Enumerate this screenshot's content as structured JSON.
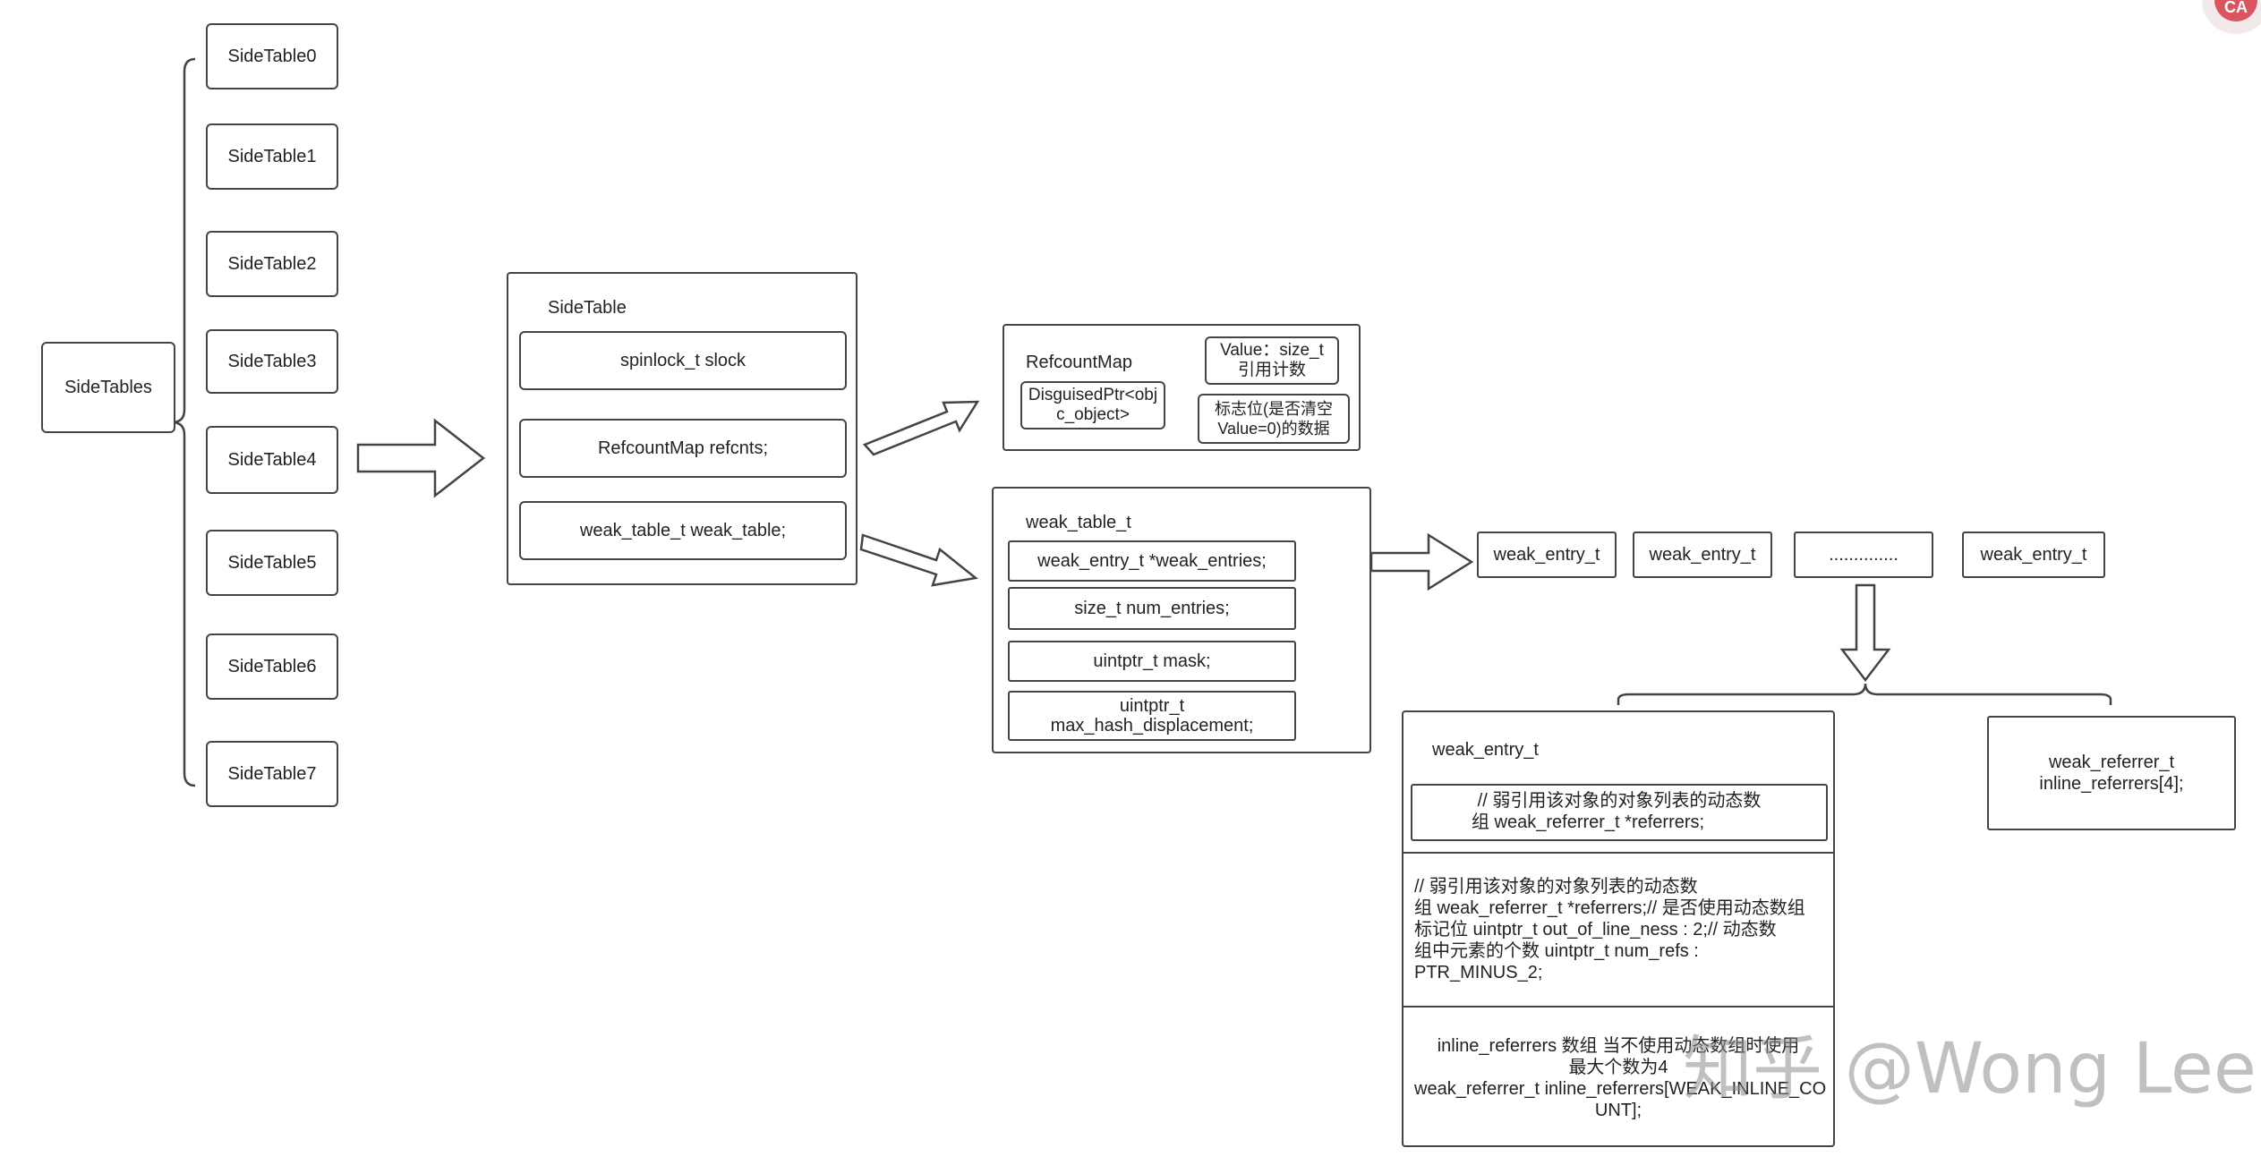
{
  "side_tables": {
    "root": "SideTables",
    "items": [
      "SideTable0",
      "SideTable1",
      "SideTable2",
      "SideTable3",
      "SideTable4",
      "SideTable5",
      "SideTable6",
      "SideTable7"
    ]
  },
  "side_table": {
    "title": "SideTable",
    "fields": [
      "spinlock_t slock",
      "RefcountMap refcnts;",
      "weak_table_t weak_table;"
    ]
  },
  "refcount_map": {
    "title": "RefcountMap",
    "key": "DisguisedPtr<objc_object>",
    "value_lines": [
      "Value：size_t",
      "引用计数"
    ],
    "flag_lines": [
      "标志位(是否清空",
      "Value=0)的数据"
    ]
  },
  "weak_table": {
    "title": "weak_table_t",
    "fields": [
      "weak_entry_t *weak_entries;",
      "size_t num_entries;",
      "uintptr_t mask;"
    ],
    "displacement_lines": [
      "uintptr_t",
      "max_hash_displacement;"
    ]
  },
  "entries_row": [
    "weak_entry_t",
    "weak_entry_t",
    "..............",
    "weak_entry_t"
  ],
  "weak_entry": {
    "title": "weak_entry_t",
    "sec1_lines": [
      "// 弱引用该对象的对象列表的动态数",
      "组            weak_referrer_t *referrers;"
    ],
    "sec2_lines": [
      "// 弱引用该对象的对象列表的动态数",
      "组 weak_referrer_t *referrers;// 是否使用动态数组",
      "标记位 uintptr_t        out_of_line_ness : 2;// 动态数",
      "组中元素的个数  uintptr_t        num_refs :",
      "PTR_MINUS_2;"
    ],
    "sec3_lines": [
      "inline_referrers 数组 当不使用动态数组时使用",
      "最大个数为4",
      "weak_referrer_t  inline_referrers[WEAK_INLINE_CO",
      "UNT];"
    ]
  },
  "inline_box": {
    "lines": [
      "weak_referrer_t",
      "inline_referrers[4];"
    ]
  },
  "watermark": "知乎 @Wong Lee",
  "avatar_text": "CA"
}
